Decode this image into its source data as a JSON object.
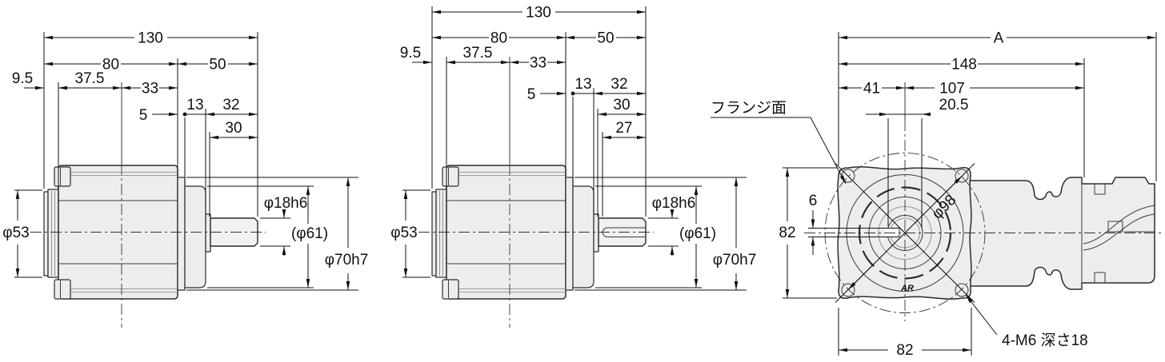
{
  "colors": {
    "background": "#ffffff",
    "part_fill": "#ededed",
    "line": "#1a1a1a"
  },
  "view1": {
    "d130": "130",
    "d80": "80",
    "d50": "50",
    "d9_5": "9.5",
    "d37_5": "37.5",
    "d33": "33",
    "d5": "5",
    "d13": "13",
    "d32": "32",
    "d30": "30",
    "dia53": "φ53",
    "dia18": "φ18h6",
    "dia61": "(φ61)",
    "dia70": "φ70h7"
  },
  "view2": {
    "d130": "130",
    "d80": "80",
    "d50": "50",
    "d9_5": "9.5",
    "d37_5": "37.5",
    "d33": "33",
    "d5": "5",
    "d13": "13",
    "d32": "32",
    "d30": "30",
    "d27": "27",
    "dia53": "φ53",
    "dia18": "φ18h6",
    "dia61": "(φ61)",
    "dia70": "φ70h7"
  },
  "view3": {
    "dA": "A",
    "d148": "148",
    "d41": "41",
    "d107": "107",
    "d20_5": "20.5",
    "d82_left": "82",
    "d6": "6",
    "d82_bottom": "82",
    "dia98": "φ98",
    "flange_label": "フランジ面",
    "tap_label": "4-M6 深さ18",
    "brand": "AR"
  }
}
